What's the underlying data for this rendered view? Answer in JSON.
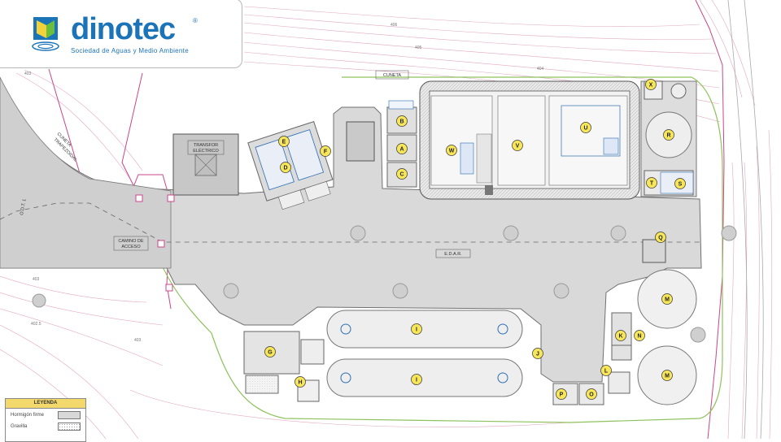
{
  "logo": {
    "brand": "dinotec",
    "tagline": "Sociedad de Aguas y Medio Ambiente",
    "reg": "®"
  },
  "labels": {
    "transformer": [
      "TRANSFOR",
      "ELÉCTRICO"
    ],
    "camino": [
      "CAMINO DE",
      "ACCESO"
    ],
    "edar": "E.D.A.R.",
    "cuneta": "CUNETA",
    "cuneta_trap": [
      "CUNETA",
      "TRAPEZOIDAL"
    ],
    "odt": "O.D.T. 1"
  },
  "contours": [
    "406",
    "405",
    "404",
    "403",
    "403",
    "402.5",
    "403"
  ],
  "markers": [
    "A",
    "B",
    "C",
    "D",
    "E",
    "F",
    "G",
    "H",
    "I",
    "I",
    "J",
    "K",
    "L",
    "M",
    "M",
    "N",
    "O",
    "P",
    "Q",
    "R",
    "S",
    "T",
    "U",
    "V",
    "W",
    "X"
  ],
  "legend": {
    "title": "LEYENDA",
    "items": [
      {
        "label": "Hormigón firme",
        "swatch": "hormigon"
      },
      {
        "label": "Gravilla",
        "swatch": "gravilla"
      }
    ]
  },
  "colors": {
    "brand": "#1b73b8",
    "concrete": "#d9d9d9",
    "building": "#cfcfcf",
    "equipment": "#2e6db3",
    "marker": "#f7e65a",
    "contour": "#d98fb4",
    "boundary": "#c0397c",
    "green_line": "#8fc25c"
  }
}
